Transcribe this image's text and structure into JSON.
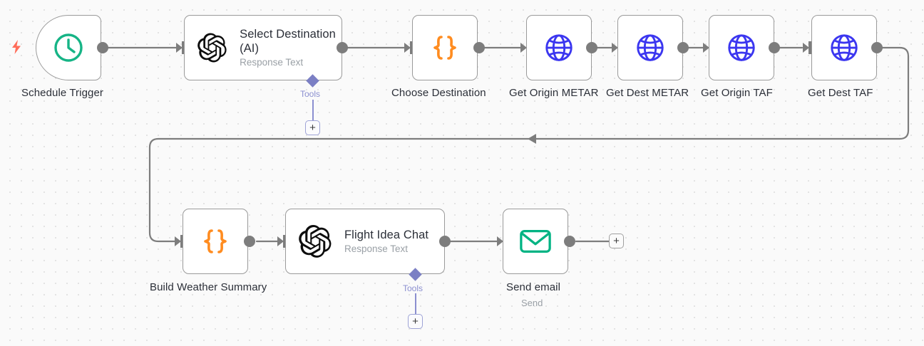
{
  "app": {
    "kind": "workflow-canvas",
    "background_color": "#fafafa",
    "grid_dot_color": "#e3e3e3"
  },
  "colors": {
    "node_border": "#9a9a9a",
    "node_fill": "#ffffff",
    "edge": "#7d7d7d",
    "label_text": "#2b2f38",
    "sub_text": "#9aa0a6",
    "tools_accent": "#8b8fd0",
    "trigger_icon": "#16b486",
    "code_icon": "#ff8c20",
    "http_icon": "#3b36f0",
    "email_icon": "#00b383",
    "bolt": "#ff6d5a"
  },
  "nodes": [
    {
      "id": "schedule-trigger",
      "label": "Schedule Trigger",
      "sublabel": "",
      "icon": "clock-icon",
      "shape": "trigger",
      "inner_title": "",
      "inner_sub": ""
    },
    {
      "id": "select-destination",
      "label": "",
      "sublabel": "",
      "icon": "openai-icon",
      "shape": "wide",
      "inner_title": "Select Destination (AI)",
      "inner_sub": "Response Text",
      "tools_label": "Tools"
    },
    {
      "id": "choose-destination",
      "label": "Choose Destination",
      "sublabel": "",
      "icon": "code-braces-icon",
      "shape": "square",
      "inner_title": "",
      "inner_sub": ""
    },
    {
      "id": "get-origin-metar",
      "label": "Get Origin METAR",
      "sublabel": "",
      "icon": "globe-icon",
      "shape": "square",
      "inner_title": "",
      "inner_sub": ""
    },
    {
      "id": "get-dest-metar",
      "label": "Get Dest METAR",
      "sublabel": "",
      "icon": "globe-icon",
      "shape": "square",
      "inner_title": "",
      "inner_sub": ""
    },
    {
      "id": "get-origin-taf",
      "label": "Get Origin TAF",
      "sublabel": "",
      "icon": "globe-icon",
      "shape": "square",
      "inner_title": "",
      "inner_sub": ""
    },
    {
      "id": "get-dest-taf",
      "label": "Get Dest TAF",
      "sublabel": "",
      "icon": "globe-icon",
      "shape": "square",
      "inner_title": "",
      "inner_sub": ""
    },
    {
      "id": "build-weather-summary",
      "label": "Build Weather Summary",
      "sublabel": "",
      "icon": "code-braces-icon",
      "shape": "square",
      "inner_title": "",
      "inner_sub": ""
    },
    {
      "id": "flight-idea-chat",
      "label": "",
      "sublabel": "",
      "icon": "openai-icon",
      "shape": "wide",
      "inner_title": "Flight Idea Chat",
      "inner_sub": "Response Text",
      "tools_label": "Tools"
    },
    {
      "id": "send-email",
      "label": "Send email",
      "sublabel": "Send",
      "icon": "envelope-icon",
      "shape": "square",
      "inner_title": "",
      "inner_sub": ""
    }
  ],
  "add_buttons": [
    {
      "id": "add-tool-select-destination",
      "glyph": "+"
    },
    {
      "id": "add-tool-flight-idea-chat",
      "glyph": "+"
    },
    {
      "id": "add-node-after-send-email",
      "glyph": "+"
    }
  ]
}
